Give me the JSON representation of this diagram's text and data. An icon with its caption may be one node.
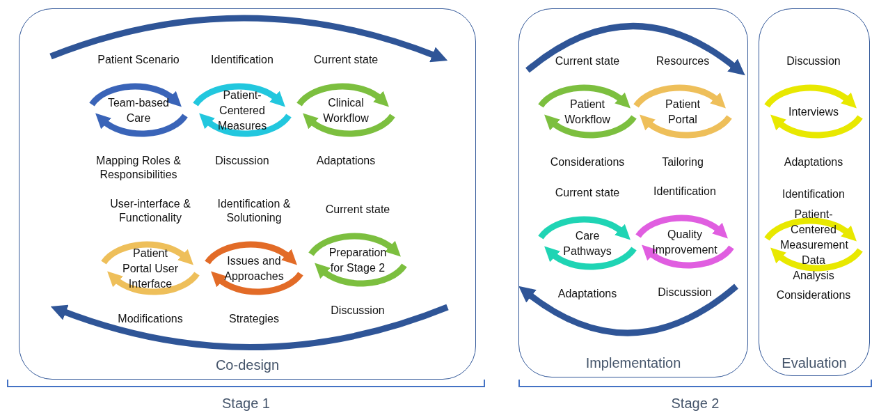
{
  "diagram": {
    "nodes": [
      {
        "text": [
          "Co-design"
        ]
      },
      {
        "text": [
          "Team-based Care"
        ],
        "in": 0,
        "beside": [
          "Patient Scenario",
          "Mapping Roles & Responsibilities"
        ]
      },
      {
        "text": [
          "Patient-Centered Measures"
        ],
        "in": 0,
        "beside": [
          "Identification",
          "Discussion"
        ]
      },
      {
        "text": [
          "Clinical Workflow"
        ],
        "in": 0,
        "beside": [
          "Current state",
          "Adaptations"
        ]
      },
      {
        "text": [
          "Patient Portal User Interface"
        ],
        "in": 0,
        "beside": [
          "User-interface & Functionality",
          "Modifications"
        ]
      },
      {
        "text": [
          "Issues and Approaches"
        ],
        "in": 0,
        "beside": [
          "Identification & Solutioning",
          "Strategies"
        ]
      },
      {
        "text": [
          "Preparation for Stage 2"
        ],
        "in": 0,
        "beside": [
          "Current state",
          "Discussion"
        ]
      },
      {
        "text": [
          "Implementation"
        ]
      },
      {
        "text": [
          "Patient Workflow"
        ],
        "in": 7,
        "beside": [
          "Current state",
          "Considerations"
        ]
      },
      {
        "text": [
          "Patient Portal"
        ],
        "in": 7,
        "beside": [
          "Resources",
          "Tailoring"
        ]
      },
      {
        "text": [
          "Care Pathways"
        ],
        "in": 7,
        "beside": [
          "Current state",
          "Adaptations"
        ]
      },
      {
        "text": [
          "Quality Improvement"
        ],
        "in": 7,
        "beside": [
          "Identification",
          "Discussion"
        ]
      },
      {
        "text": [
          "Evaluation"
        ]
      },
      {
        "text": [
          "Interviews"
        ],
        "in": 12,
        "beside": [
          "Discussion",
          "Adaptations"
        ]
      },
      {
        "text": [
          "Patient-Centered Measurement Data Analysis"
        ],
        "in": 12,
        "beside": [
          "Identification",
          "Considerations"
        ]
      }
    ],
    "labels": [
      "Stage 1",
      "Stage 2"
    ]
  }
}
